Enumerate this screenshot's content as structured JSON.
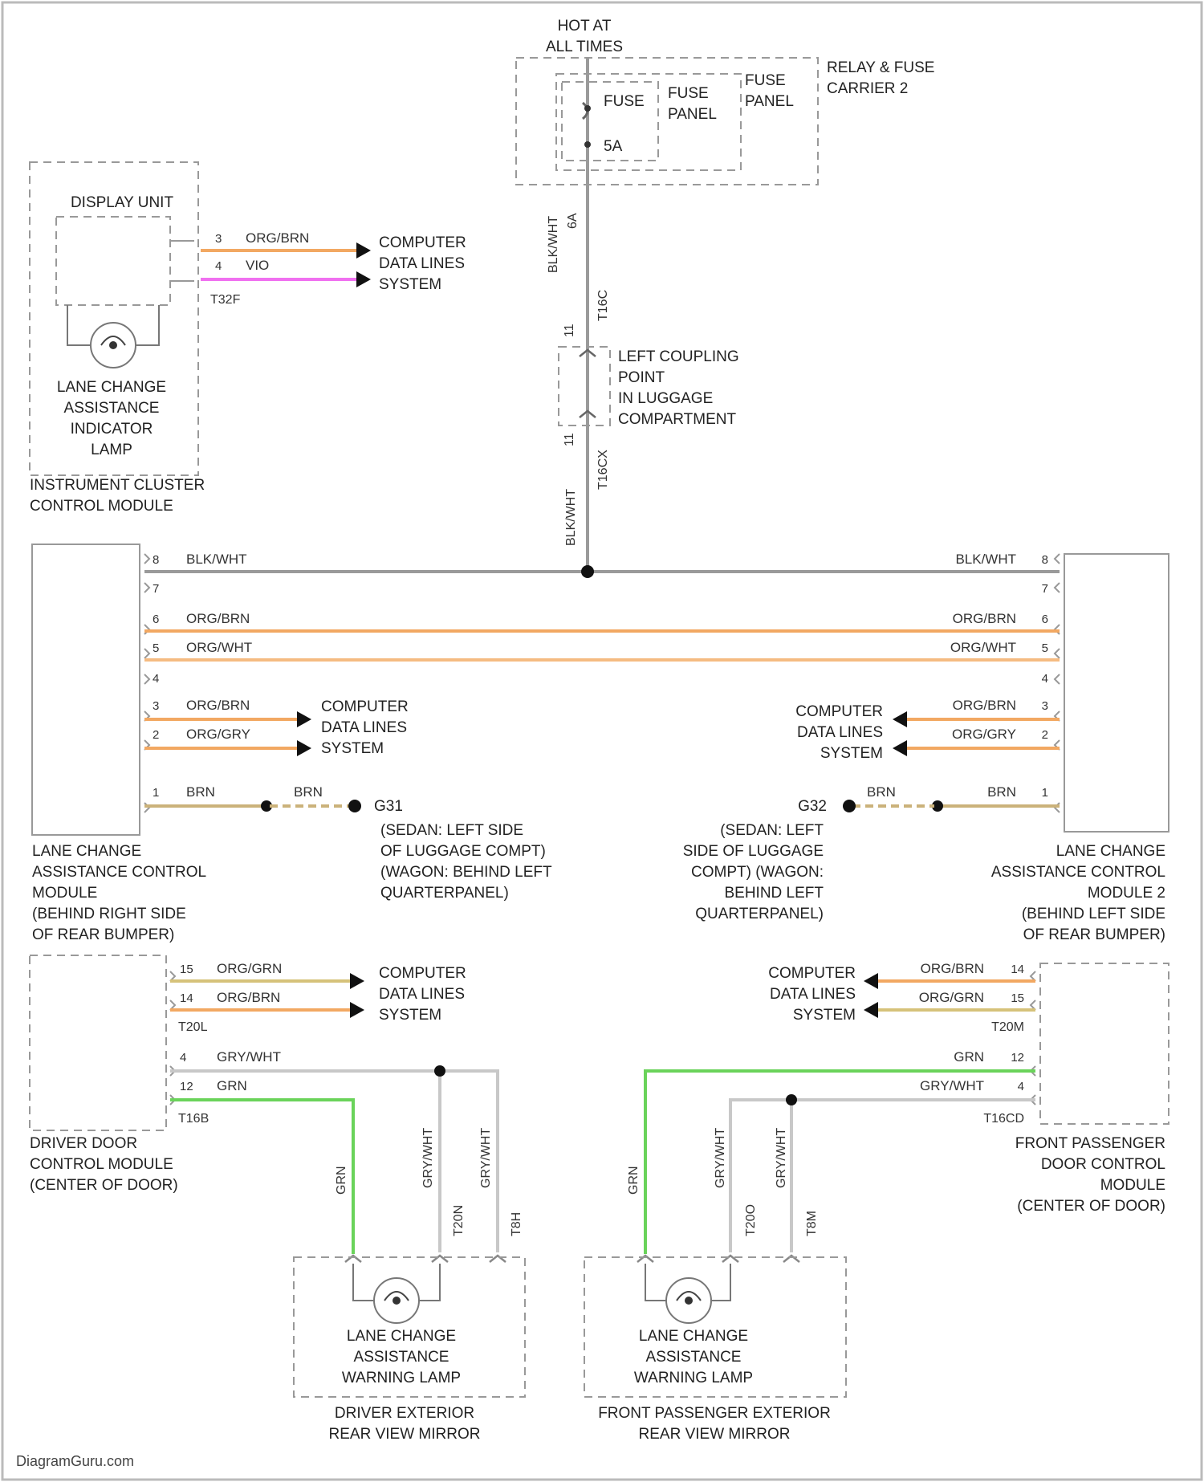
{
  "top": {
    "hot_line1": "HOT AT",
    "hot_line2": "ALL TIMES",
    "relay_line1": "RELAY & FUSE",
    "relay_line2": "CARRIER 2",
    "fuse": "FUSE",
    "fuse_panel_1": "FUSE",
    "fuse_panel_2": "PANEL",
    "fuse_panel_c_1": "FUSE",
    "fuse_panel_c_2": "PANEL",
    "amp": "5A",
    "wire_color": "BLK/WHT",
    "wire_mark": "6A",
    "connector_a": "T16C",
    "pin_a": "11"
  },
  "coupling": {
    "line1": "LEFT COUPLING",
    "line2": "POINT",
    "line3": "IN LUGGAGE",
    "line4": "COMPARTMENT",
    "pin_b": "11",
    "connector_b": "T16CX",
    "wire_color": "BLK/WHT"
  },
  "cluster": {
    "display_unit": "DISPLAY UNIT",
    "lamp_line1": "LANE CHANGE",
    "lamp_line2": "ASSISTANCE",
    "lamp_line3": "INDICATOR",
    "lamp_line4": "LAMP",
    "module_line1": "INSTRUMENT CLUSTER",
    "module_line2": "CONTROL MODULE",
    "connector": "T32F",
    "wire1_pin": "3",
    "wire1_color": "ORG/BRN",
    "wire2_pin": "4",
    "wire2_color": "VIO",
    "cdl_1": "COMPUTER",
    "cdl_2": "DATA LINES",
    "cdl_3": "SYSTEM"
  },
  "left_module": {
    "line1": "LANE CHANGE",
    "line2": "ASSISTANCE CONTROL",
    "line3": "MODULE",
    "line4": "(BEHIND RIGHT SIDE",
    "line5": "OF REAR BUMPER)",
    "pins": [
      {
        "pin": "8",
        "color": "BLK/WHT"
      },
      {
        "pin": "7",
        "color": ""
      },
      {
        "pin": "6",
        "color": "ORG/BRN"
      },
      {
        "pin": "5",
        "color": "ORG/WHT"
      },
      {
        "pin": "4",
        "color": ""
      },
      {
        "pin": "3",
        "color": "ORG/BRN"
      },
      {
        "pin": "2",
        "color": "ORG/GRY"
      },
      {
        "pin": "1",
        "color": "BRN"
      }
    ],
    "brn2": "BRN",
    "ground": "G31",
    "ground_line1": "(SEDAN: LEFT SIDE",
    "ground_line2": "OF LUGGAGE COMPT)",
    "ground_line3": "(WAGON: BEHIND LEFT",
    "ground_line4": "QUARTERPANEL)"
  },
  "right_module": {
    "line1": "LANE CHANGE",
    "line2": "ASSISTANCE CONTROL",
    "line3": "MODULE 2",
    "line4": "(BEHIND LEFT SIDE",
    "line5": "OF REAR BUMPER)",
    "pins": [
      {
        "pin": "8",
        "color": "BLK/WHT"
      },
      {
        "pin": "7",
        "color": ""
      },
      {
        "pin": "6",
        "color": "ORG/BRN"
      },
      {
        "pin": "5",
        "color": "ORG/WHT"
      },
      {
        "pin": "4",
        "color": ""
      },
      {
        "pin": "3",
        "color": "ORG/BRN"
      },
      {
        "pin": "2",
        "color": "ORG/GRY"
      },
      {
        "pin": "1",
        "color": "BRN"
      }
    ],
    "brn2": "BRN",
    "ground": "G32",
    "ground_line1": "(SEDAN: LEFT",
    "ground_line2": "SIDE OF LUGGAGE",
    "ground_line3": "COMPT) (WAGON:",
    "ground_line4": "BEHIND LEFT",
    "ground_line5": "QUARTERPANEL)"
  },
  "driver_door": {
    "line1": "DRIVER DOOR",
    "line2": "CONTROL MODULE",
    "line3": "(CENTER OF DOOR)",
    "pin15": "15",
    "pin15_color": "ORG/GRN",
    "pin14": "14",
    "pin14_color": "ORG/BRN",
    "connector1": "T20L",
    "pin4": "4",
    "pin4_color": "GRY/WHT",
    "pin12": "12",
    "pin12_color": "GRN",
    "connector2": "T16B"
  },
  "pass_door": {
    "line1": "FRONT PASSENGER",
    "line2": "DOOR CONTROL",
    "line3": "MODULE",
    "line4": "(CENTER OF DOOR)",
    "pin14": "14",
    "pin14_color": "ORG/BRN",
    "pin15": "15",
    "pin15_color": "ORG/GRN",
    "connector1": "T20M",
    "pin12": "12",
    "pin12_color": "GRN",
    "pin4": "4",
    "pin4_color": "GRY/WHT",
    "connector2": "T16CD"
  },
  "driver_mirror": {
    "lamp_line1": "LANE CHANGE",
    "lamp_line2": "ASSISTANCE",
    "lamp_line3": "WARNING LAMP",
    "mirror_line1": "DRIVER EXTERIOR",
    "mirror_line2": "REAR VIEW MIRROR",
    "grn": "GRN",
    "gw1": "GRY/WHT",
    "gw2": "GRY/WHT",
    "conn1": "T20N",
    "conn2": "T8H"
  },
  "pass_mirror": {
    "lamp_line1": "LANE CHANGE",
    "lamp_line2": "ASSISTANCE",
    "lamp_line3": "WARNING LAMP",
    "mirror_line1": "FRONT PASSENGER EXTERIOR",
    "mirror_line2": "REAR VIEW MIRROR",
    "grn": "GRN",
    "gw1": "GRY/WHT",
    "gw2": "GRY/WHT",
    "conn1": "T20O",
    "conn2": "T8M"
  },
  "cdl": {
    "l1": "COMPUTER",
    "l2": "DATA LINES",
    "l3": "SYSTEM"
  },
  "brand": "DiagramGuru.com"
}
